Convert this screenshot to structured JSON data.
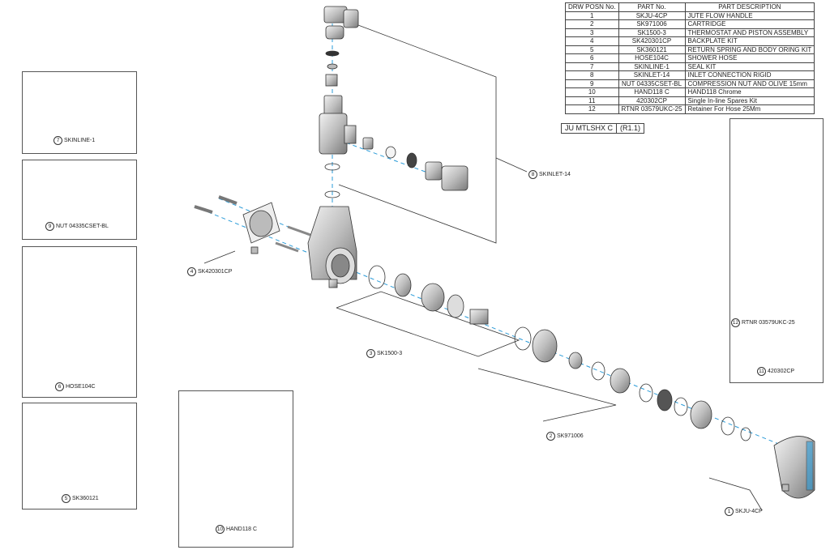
{
  "table": {
    "headers": [
      "DRW POSN No.",
      "PART No.",
      "PART DESCRIPTION"
    ],
    "rows": [
      [
        "1",
        "SKJU-4CP",
        "JUTE FLOW HANDLE"
      ],
      [
        "2",
        "SK971006",
        "CARTRIDGE"
      ],
      [
        "3",
        "SK1500-3",
        "THERMOSTAT AND PISTON ASSEMBLY"
      ],
      [
        "4",
        "SK420301CP",
        "BACKPLATE KIT"
      ],
      [
        "5",
        "SK360121",
        "RETURN SPRING AND BODY ORING KIT"
      ],
      [
        "6",
        "HOSE104C",
        "SHOWER HOSE"
      ],
      [
        "7",
        "SKINLINE-1",
        "SEAL KIT"
      ],
      [
        "8",
        "SKINLET-14",
        "INLET CONNECTION RIGID"
      ],
      [
        "9",
        "NUT 04335CSET-BL",
        "COMPRESSION NUT AND OLIVE 15mm"
      ],
      [
        "10",
        "HAND118 C",
        "HAND118 Chrome"
      ],
      [
        "11",
        "420302CP",
        "Single In-line Spares Kit"
      ],
      [
        "12",
        "RTNR 03579UKC-25",
        "Retainer For Hose 25Mm"
      ]
    ]
  },
  "revision": {
    "code": "JU MTLSHX C",
    "rev": "(R1.1)"
  },
  "callouts": {
    "c1": {
      "num": "1",
      "label": "SKJU-4CP"
    },
    "c2": {
      "num": "2",
      "label": "SK971006"
    },
    "c3": {
      "num": "3",
      "label": "SK1500-3"
    },
    "c4": {
      "num": "4",
      "label": "SK420301CP"
    },
    "c5": {
      "num": "5",
      "label": "SK360121"
    },
    "c6": {
      "num": "6",
      "label": "HOSE104C"
    },
    "c7": {
      "num": "7",
      "label": "SKINLINE-1"
    },
    "c8": {
      "num": "8",
      "label": "SKINLET-14"
    },
    "c9": {
      "num": "9",
      "label": "NUT 04335CSET-BL"
    },
    "c10": {
      "num": "10",
      "label": "HAND118 C"
    },
    "c11": {
      "num": "11",
      "label": "420302CP"
    },
    "c12": {
      "num": "12",
      "label": "RTNR 03579UKC-25"
    }
  },
  "colors": {
    "line": "#333333",
    "axis": "#2a9bd8",
    "chrome": "#bfbfbf",
    "dark": "#555555"
  }
}
